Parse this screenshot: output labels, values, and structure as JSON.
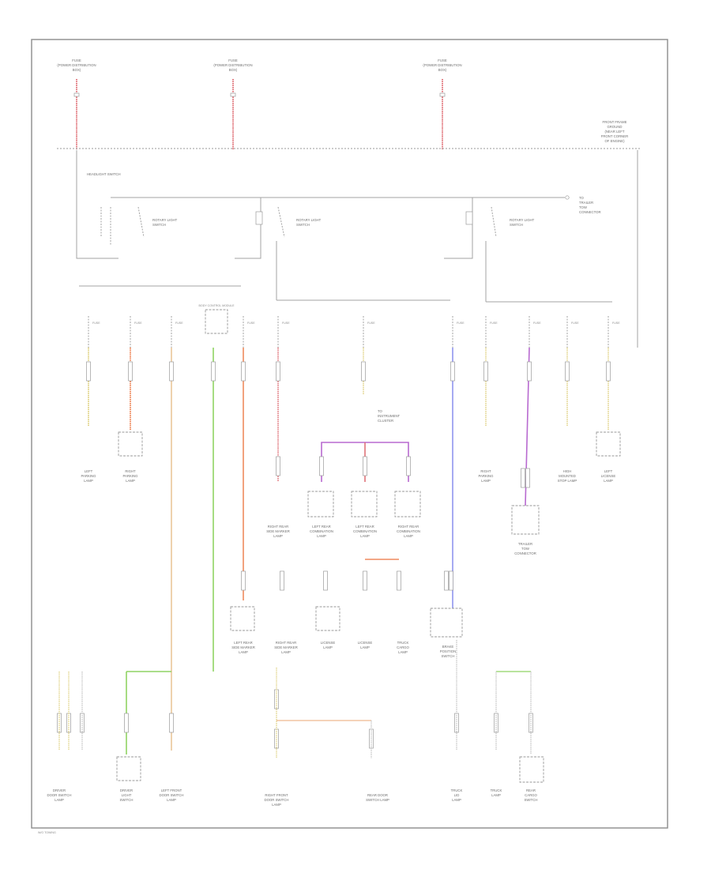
{
  "colors": {
    "frame": "#8c8c8c",
    "wire": "#a3a3a3",
    "red": "#e0737a",
    "orange": "#ef8a5e",
    "yellow": "#e2d48a",
    "tan": "#e9c79a",
    "green": "#8fd463",
    "blue": "#8f95ef",
    "purple": "#b86ad0"
  },
  "top_sources": [
    {
      "label_lines": [
        "FUSE",
        "(POWER DISTRIBUTION",
        "BOX)"
      ]
    },
    {
      "label_lines": [
        "FUSE",
        "(POWER DISTRIBUTION",
        "BOX)"
      ]
    },
    {
      "label_lines": [
        "FUSE",
        "(POWER DISTRIBUTION",
        "BOX)"
      ]
    }
  ],
  "bus_label_lines": [
    "FRONT FRAME",
    "GROUND",
    "(NEAR LEFT",
    "FRONT CORNER",
    "OF ENGINE)"
  ],
  "switch_labels": [
    {
      "lines": [
        "ROTARY LIGHT",
        "SWITCH"
      ]
    },
    {
      "lines": [
        "ROTARY LIGHT",
        "SWITCH"
      ]
    },
    {
      "lines": [
        "ROTARY LIGHT",
        "SWITCH"
      ]
    }
  ],
  "switch_group_label": "HEADLIGHT SWITCH",
  "right_ground_label_lines": [
    "TO",
    "TRAILER",
    "TOW",
    "CONNECTOR"
  ],
  "fuse_label": "FUSE",
  "module_label": "BODY CONTROL MODULE",
  "mid_label_lines": [
    "TO",
    "INSTRUMENT",
    "CLUSTER"
  ],
  "components": [
    {
      "lines": [
        "LEFT",
        "PARKING",
        "LAMP"
      ]
    },
    {
      "lines": [
        "RIGHT",
        "PARKING",
        "LAMP"
      ]
    },
    {
      "lines": [
        "RIGHT",
        "PARKING",
        "LAMP"
      ]
    },
    {
      "lines": [
        "HIGH",
        "MOUNTED",
        "STOP LAMP"
      ]
    },
    {
      "lines": [
        "LEFT",
        "LICENSE",
        "LAMP"
      ]
    },
    {
      "lines": [
        "RIGHT REAR",
        "SIDE MARKER",
        "LAMP"
      ]
    },
    {
      "lines": [
        "LEFT REAR",
        "COMBINATION",
        "LAMP"
      ]
    },
    {
      "lines": [
        "LEFT REAR",
        "COMBINATION",
        "LAMP"
      ]
    },
    {
      "lines": [
        "RIGHT REAR",
        "COMBINATION",
        "LAMP"
      ]
    },
    {
      "lines": [
        "TRAILER",
        "TOW",
        "CONNECTOR"
      ]
    },
    {
      "lines": [
        "LEFT REAR",
        "SIDE MARKER",
        "LAMP"
      ]
    },
    {
      "lines": [
        "RIGHT REAR",
        "SIDE MARKER",
        "LAMP"
      ]
    },
    {
      "lines": [
        "LICENSE",
        "LAMP"
      ]
    },
    {
      "lines": [
        "LICENSE",
        "LAMP"
      ]
    },
    {
      "lines": [
        "TRUCK",
        "CARGO",
        "LAMP"
      ]
    },
    {
      "lines": [
        "BRAKE",
        "POSITION",
        "SWITCH"
      ]
    },
    {
      "lines": [
        "DRIVER",
        "DOOR SWITCH",
        "LAMP"
      ]
    },
    {
      "lines": [
        "DRIVER",
        "LIGHT",
        "SWITCH"
      ]
    },
    {
      "lines": [
        "LEFT FRONT",
        "DOOR SWITCH",
        "LAMP"
      ]
    },
    {
      "lines": [
        "RIGHT FRONT",
        "DOOR SWITCH",
        "LAMP"
      ]
    },
    {
      "lines": [
        "REAR DOOR",
        "SWITCH LAMP"
      ]
    },
    {
      "lines": [
        "TRUCK",
        "LID",
        "LAMP"
      ]
    },
    {
      "lines": [
        "TRUCK",
        "LAMP"
      ]
    },
    {
      "lines": [
        "REAR",
        "CARGO",
        "SWITCH"
      ]
    }
  ],
  "footer": "W/O TOWING"
}
